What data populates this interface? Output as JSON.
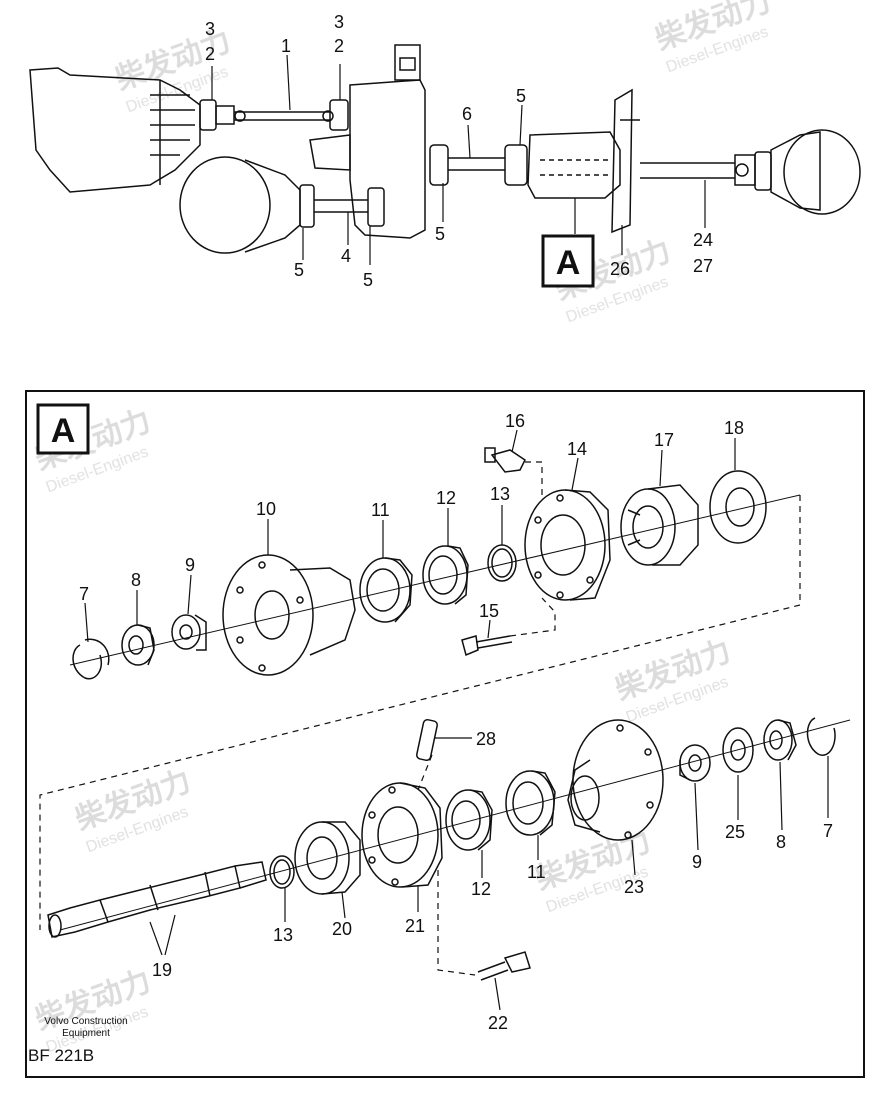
{
  "top": {
    "labels": [
      "3",
      "2",
      "1",
      "3",
      "2",
      "6",
      "5",
      "5",
      "4",
      "5",
      "5",
      "24",
      "27",
      "26"
    ],
    "box": "A"
  },
  "detail": {
    "box": "A",
    "labels_row1": [
      "16",
      "14",
      "17",
      "18",
      "10",
      "11",
      "12",
      "13",
      "7",
      "8",
      "9",
      "15"
    ],
    "labels_row2": [
      "28",
      "25",
      "8",
      "7",
      "9",
      "23",
      "11",
      "12",
      "21",
      "13",
      "20",
      "19",
      "22"
    ]
  },
  "watermark": {
    "cn": "柴发动力",
    "en": "Diesel-Engines"
  },
  "footer": {
    "line1": "Volvo Construction",
    "line2": "Equipment",
    "code": "BF 221B"
  }
}
